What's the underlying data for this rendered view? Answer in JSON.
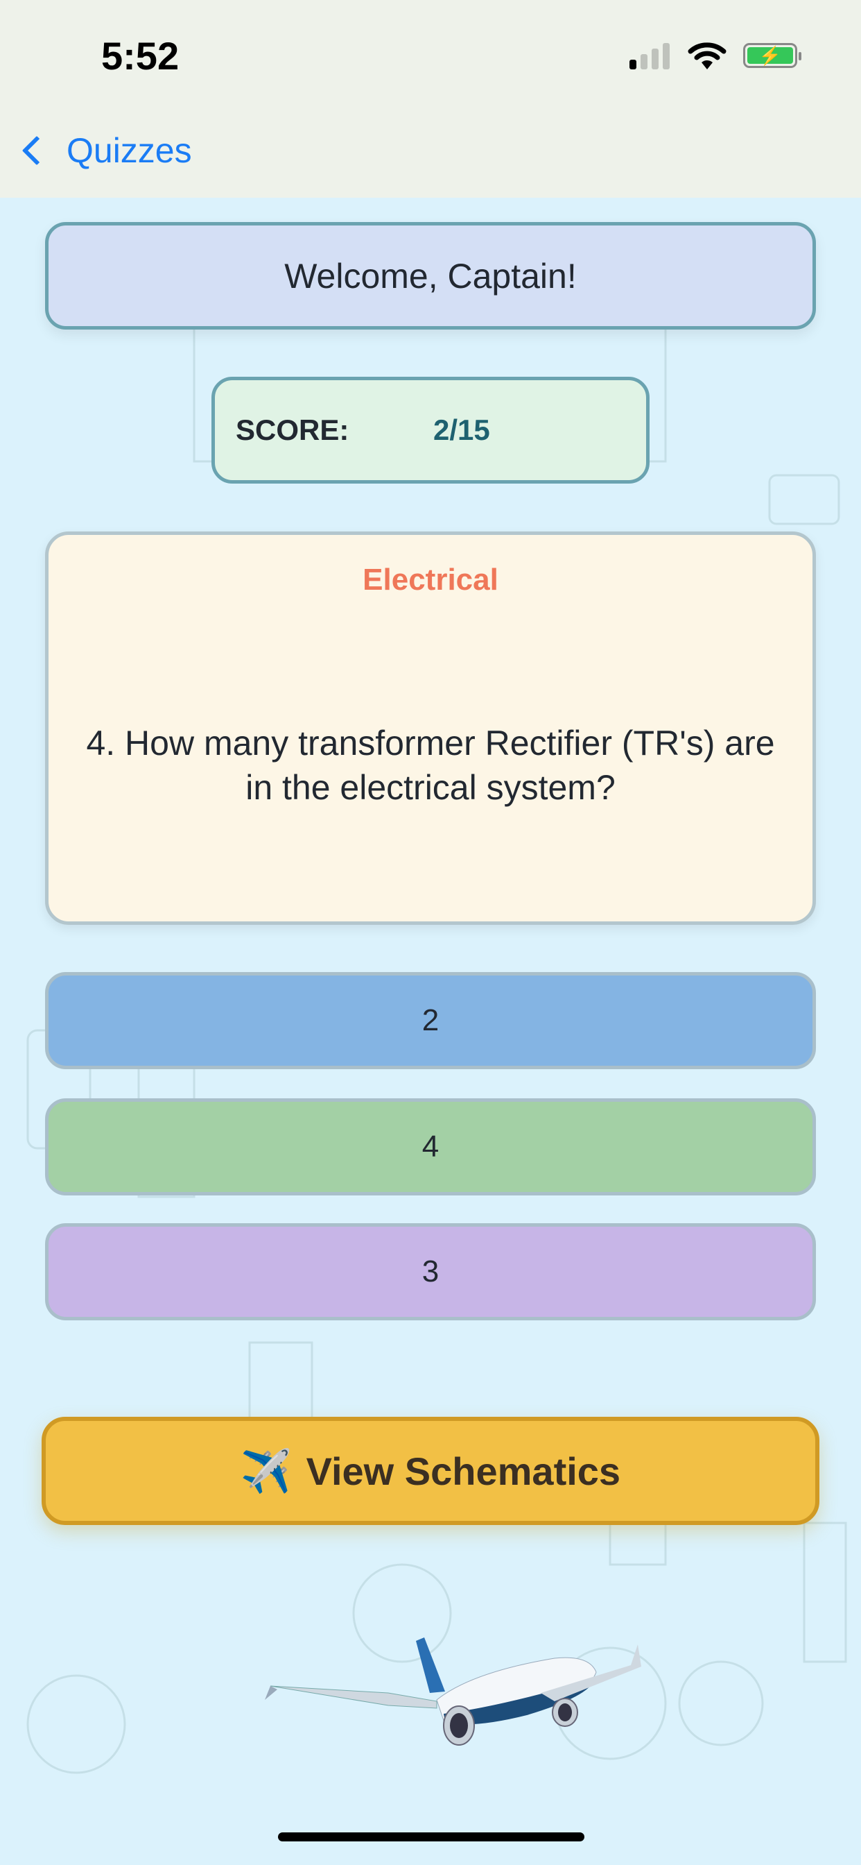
{
  "status_bar": {
    "time": "5:52"
  },
  "nav": {
    "back_label": "Quizzes"
  },
  "welcome": "Welcome, Captain!",
  "score": {
    "label": "SCORE:",
    "value": "2/15"
  },
  "question": {
    "category": "Electrical",
    "text": "4. How many transformer Rectifier (TR's) are in the electrical system?"
  },
  "answers": [
    "2",
    "4",
    "3"
  ],
  "schematics_button": {
    "icon": "✈️",
    "label": "View Schematics"
  },
  "colors": {
    "accent": "#1a7cf5",
    "category": "#ef7758",
    "answer_1": "#84b4e3",
    "answer_2": "#a3d0a5",
    "answer_3": "#c7b5e7",
    "schematics": "#f2c045"
  }
}
